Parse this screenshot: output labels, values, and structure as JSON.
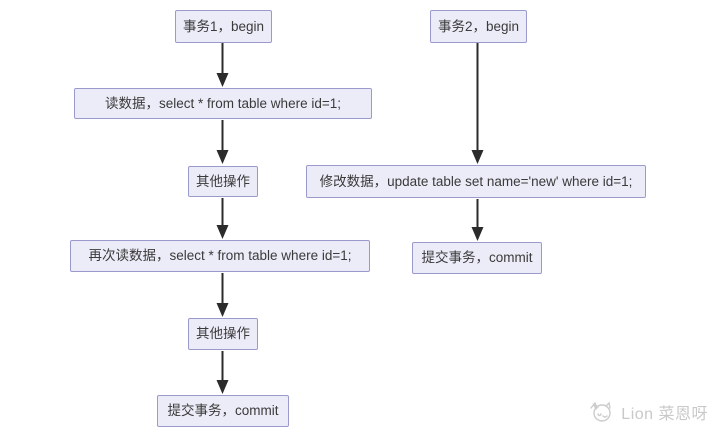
{
  "diagram": {
    "title": "transaction-non-repeatable-read-flowchart",
    "transaction1": {
      "begin": "事务1，begin",
      "read": "读数据，select * from table where id=1;",
      "other1": "其他操作",
      "read_again": "再次读数据，select * from table where id=1;",
      "other2": "其他操作",
      "commit": "提交事务，commit"
    },
    "transaction2": {
      "begin": "事务2，begin",
      "update": "修改数据，update table set name='new' where id=1;",
      "commit": "提交事务，commit"
    }
  },
  "watermark": {
    "text": "Lion 菜恩呀",
    "icon": "lion-doodle-icon"
  },
  "colors": {
    "background": "#ffffff",
    "node_fill": "#ececf9",
    "node_border": "#9b9acd",
    "node_text": "#3a3a3a",
    "arrow": "#2b2b2b",
    "watermark_text": "#c9c9c9"
  }
}
